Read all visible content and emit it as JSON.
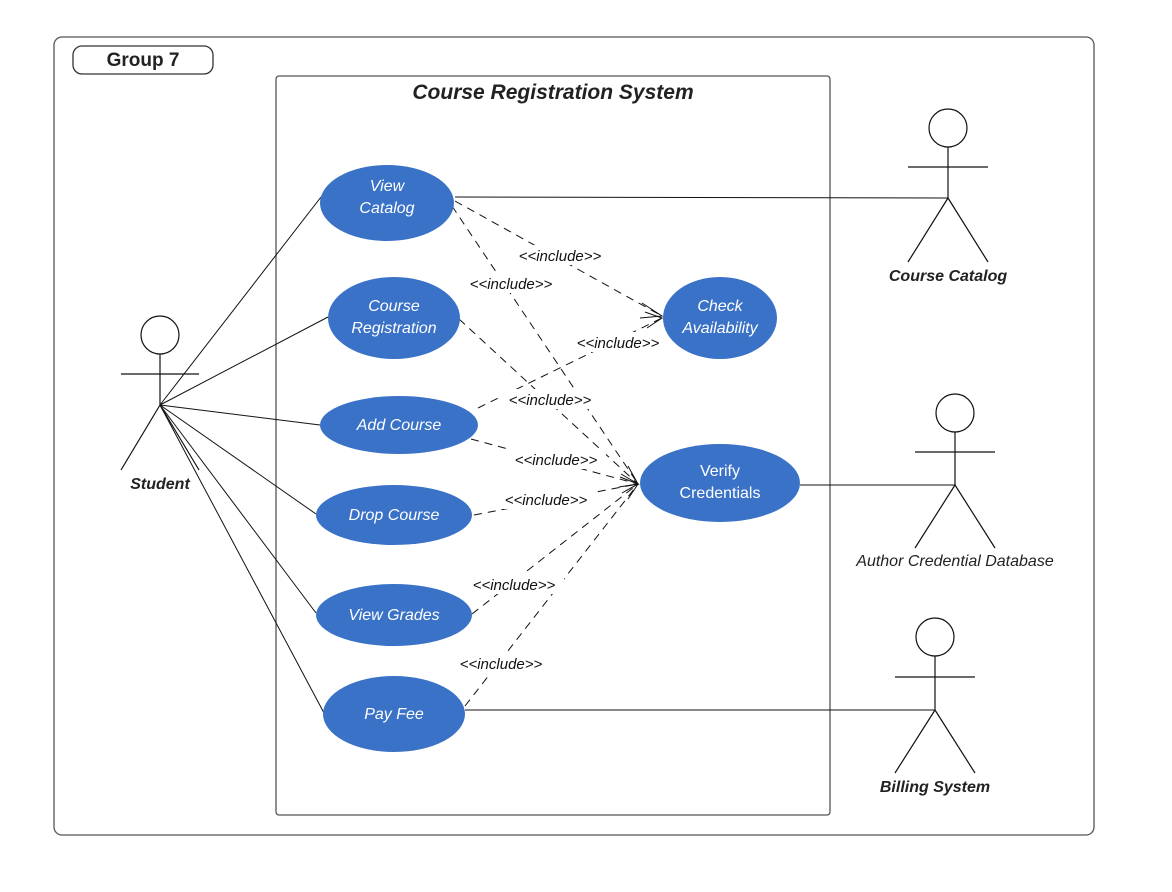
{
  "group_label": "Group 7",
  "system_title": "Course Registration System",
  "colors": {
    "use_case_fill": "#3a72c7",
    "use_case_text": "#ffffff",
    "line": "#111111"
  },
  "actors": {
    "student": "Student",
    "course_catalog": "Course Catalog",
    "credential_db": "Author Credential Database",
    "billing": "Billing System"
  },
  "use_cases": {
    "view_catalog": [
      "View",
      "Catalog"
    ],
    "course_registration": [
      "Course",
      "Registration"
    ],
    "add_course": [
      "Add Course"
    ],
    "drop_course": [
      "Drop Course"
    ],
    "view_grades": [
      "View Grades"
    ],
    "pay_fee": [
      "Pay Fee"
    ],
    "check_availability": [
      "Check",
      "Availability"
    ],
    "verify_credentials": [
      "Verify",
      "Credentials"
    ]
  },
  "relations": {
    "include_label": "<<include>>",
    "associations": [
      [
        "student",
        "view_catalog"
      ],
      [
        "student",
        "course_registration"
      ],
      [
        "student",
        "add_course"
      ],
      [
        "student",
        "drop_course"
      ],
      [
        "student",
        "view_grades"
      ],
      [
        "student",
        "pay_fee"
      ],
      [
        "view_catalog",
        "course_catalog"
      ],
      [
        "verify_credentials",
        "credential_db"
      ],
      [
        "pay_fee",
        "billing"
      ]
    ],
    "includes": [
      [
        "view_catalog",
        "check_availability"
      ],
      [
        "view_catalog",
        "verify_credentials"
      ],
      [
        "course_registration",
        "verify_credentials"
      ],
      [
        "add_course",
        "check_availability"
      ],
      [
        "add_course",
        "verify_credentials"
      ],
      [
        "drop_course",
        "verify_credentials"
      ],
      [
        "view_grades",
        "verify_credentials"
      ],
      [
        "pay_fee",
        "verify_credentials"
      ]
    ]
  }
}
